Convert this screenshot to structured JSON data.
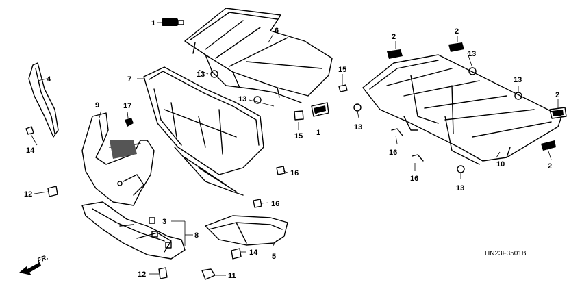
{
  "diagram": {
    "code": "HN23F3501B",
    "direction_label": "FR.",
    "callouts": [
      {
        "key": "c1a",
        "text": "1"
      },
      {
        "key": "c1b",
        "text": "1"
      },
      {
        "key": "c2a",
        "text": "2"
      },
      {
        "key": "c2b",
        "text": "2"
      },
      {
        "key": "c2c",
        "text": "2"
      },
      {
        "key": "c2d",
        "text": "2"
      },
      {
        "key": "c3",
        "text": "3"
      },
      {
        "key": "c4",
        "text": "4"
      },
      {
        "key": "c5",
        "text": "5"
      },
      {
        "key": "c6",
        "text": "6"
      },
      {
        "key": "c7",
        "text": "7"
      },
      {
        "key": "c8",
        "text": "8"
      },
      {
        "key": "c9",
        "text": "9"
      },
      {
        "key": "c10",
        "text": "10"
      },
      {
        "key": "c11",
        "text": "11"
      },
      {
        "key": "c12a",
        "text": "12"
      },
      {
        "key": "c12b",
        "text": "12"
      },
      {
        "key": "c13a",
        "text": "13"
      },
      {
        "key": "c13b",
        "text": "13"
      },
      {
        "key": "c13c",
        "text": "13"
      },
      {
        "key": "c13d",
        "text": "13"
      },
      {
        "key": "c13e",
        "text": "13"
      },
      {
        "key": "c13f",
        "text": "13"
      },
      {
        "key": "c14a",
        "text": "14"
      },
      {
        "key": "c14b",
        "text": "14"
      },
      {
        "key": "c15a",
        "text": "15"
      },
      {
        "key": "c15b",
        "text": "15"
      },
      {
        "key": "c16a",
        "text": "16"
      },
      {
        "key": "c16b",
        "text": "16"
      },
      {
        "key": "c16c",
        "text": "16"
      },
      {
        "key": "c16d",
        "text": "16"
      },
      {
        "key": "c17",
        "text": "17"
      }
    ]
  }
}
